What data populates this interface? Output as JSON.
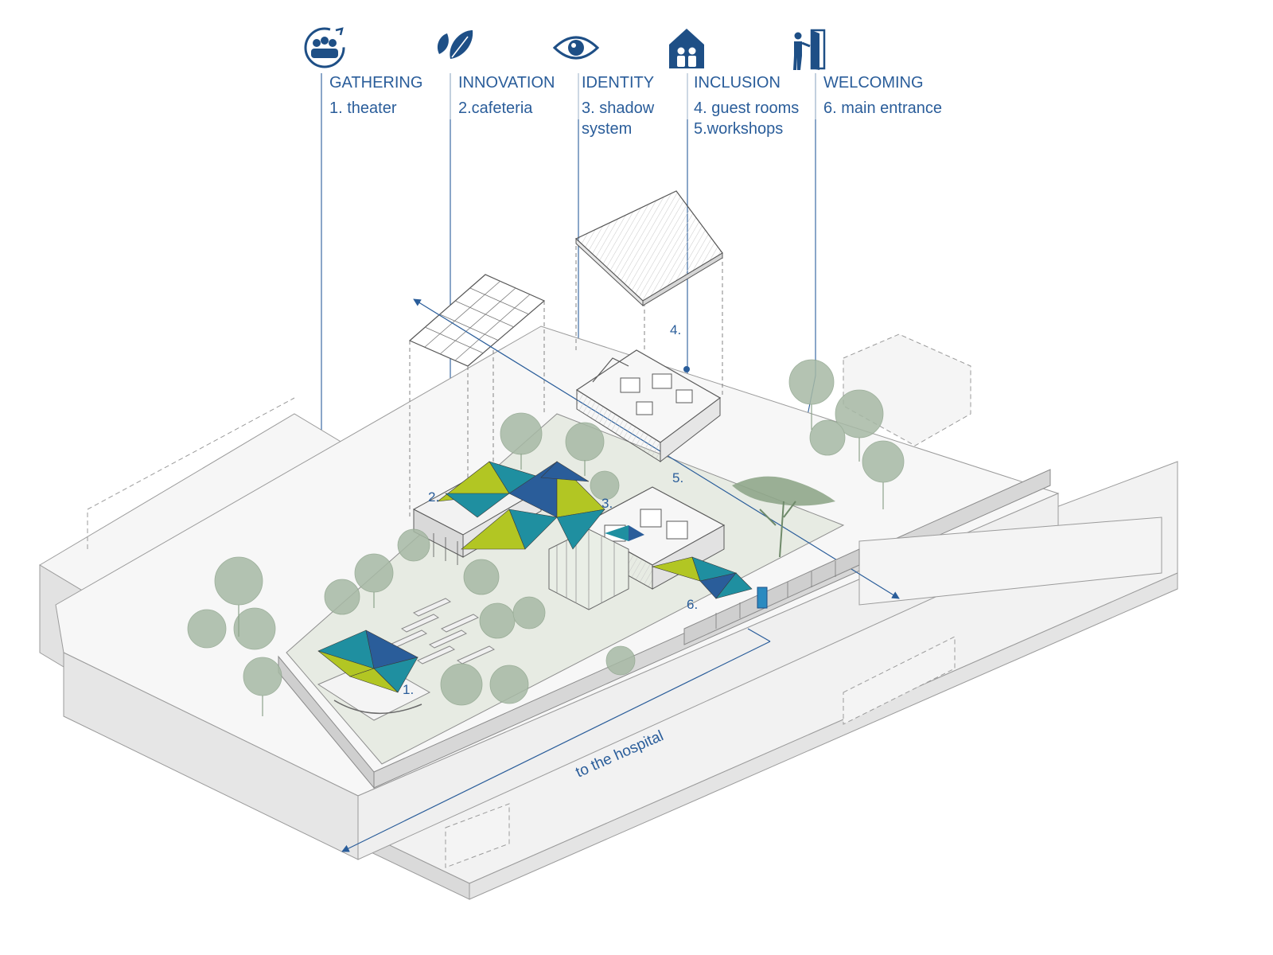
{
  "colors": {
    "accent": "#2a5d9a",
    "teal": "#1f8fa0",
    "lime": "#b2c623",
    "navy": "#1e4f86",
    "tree": "#a7b9a5",
    "ground": "#e7ebe3"
  },
  "programs": [
    {
      "icon": "gathering-people-icon",
      "heading": "GATHERING",
      "lines": [
        "1. theater"
      ]
    },
    {
      "icon": "leaves-icon",
      "heading": "INNOVATION",
      "lines": [
        "2.cafeteria"
      ]
    },
    {
      "icon": "eye-icon",
      "heading": "IDENTITY",
      "lines": [
        "3. shadow",
        "system"
      ]
    },
    {
      "icon": "house-family-icon",
      "heading": "INCLUSION",
      "lines": [
        "4. guest rooms",
        "5.workshops"
      ]
    },
    {
      "icon": "person-door-icon",
      "heading": "WELCOMING",
      "lines": [
        "6. main entrance"
      ]
    }
  ],
  "markers": [
    "1.",
    "2.",
    "3.",
    "4.",
    "5.",
    "6."
  ],
  "direction_label": "to the hospital"
}
